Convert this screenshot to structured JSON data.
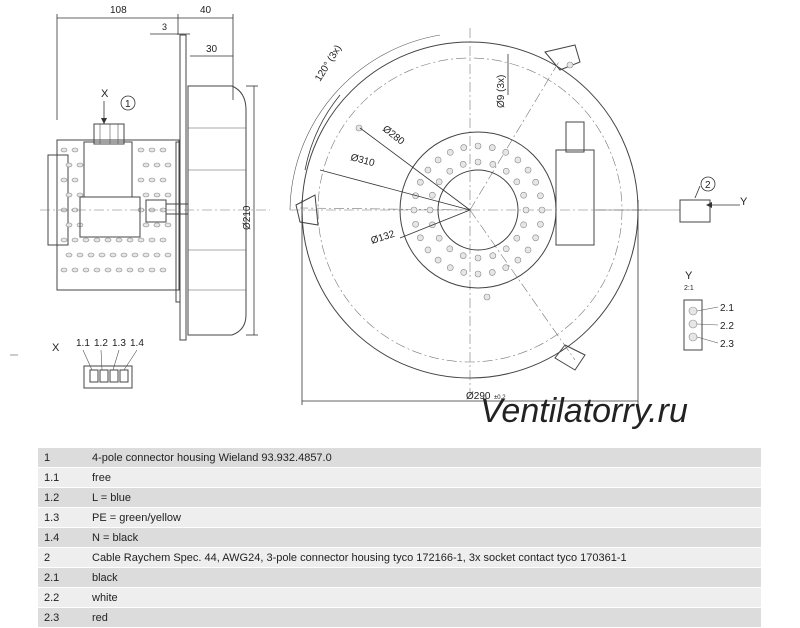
{
  "drawing": {
    "dims": {
      "w108": "108",
      "w40": "40",
      "w3": "3",
      "w30": "30",
      "d210": "Ø210",
      "d280": "Ø280",
      "d310": "Ø310",
      "d132": "Ø132",
      "d290": "Ø290",
      "d290_tol": "±0.2",
      "angle": "120° (3x)",
      "d9": "Ø9 (3x)"
    },
    "callouts": {
      "x_side": "X",
      "one": "1",
      "two": "2",
      "y": "Y",
      "y_view": "Y",
      "y_scale": "2:1",
      "x_view": "X"
    },
    "connector_x": [
      "1.1",
      "1.2",
      "1.3",
      "1.4"
    ],
    "connector_y": [
      "2.1",
      "2.2",
      "2.3"
    ],
    "watermark": "Ventilatorry.ru"
  },
  "legend": [
    {
      "ref": "1",
      "text": "4-pole connector housing Wieland 93.932.4857.0"
    },
    {
      "ref": "1.1",
      "text": "free"
    },
    {
      "ref": "1.2",
      "text": "L = blue"
    },
    {
      "ref": "1.3",
      "text": "PE = green/yellow"
    },
    {
      "ref": "1.4",
      "text": "N = black"
    },
    {
      "ref": "2",
      "text": "Cable Raychem Spec. 44, AWG24, 3-pole connector housing tyco 172166-1, 3x socket contact tyco 170361-1"
    },
    {
      "ref": "2.1",
      "text": "black"
    },
    {
      "ref": "2.2",
      "text": "white"
    },
    {
      "ref": "2.3",
      "text": "red"
    }
  ]
}
